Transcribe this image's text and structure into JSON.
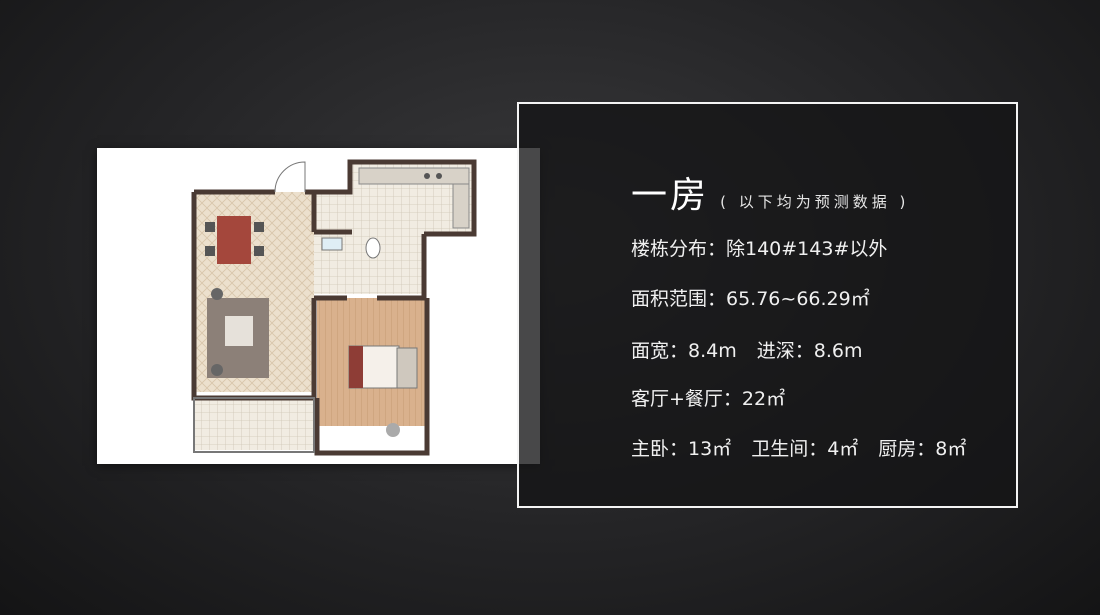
{
  "floorplan": {
    "title": "一房",
    "note": "( 以下均为预测数据 )"
  },
  "specs": {
    "buildings": "楼栋分布：除140#143#以外",
    "area": "面积范围：65.76~66.29㎡",
    "width": "面宽：8.4m",
    "depth": "进深：8.6m",
    "living_dining": "客厅+餐厅：22㎡",
    "master_bedroom": "主卧：13㎡",
    "bathroom": "卫生间：4㎡",
    "kitchen": "厨房：8㎡"
  },
  "colors": {
    "background": "#242426",
    "frame_border": "#f4f4f4",
    "plan_wall": "#4a3a33",
    "plan_floor_tile": "#e8d8c2",
    "plan_floor_wood": "#d7b08c"
  }
}
